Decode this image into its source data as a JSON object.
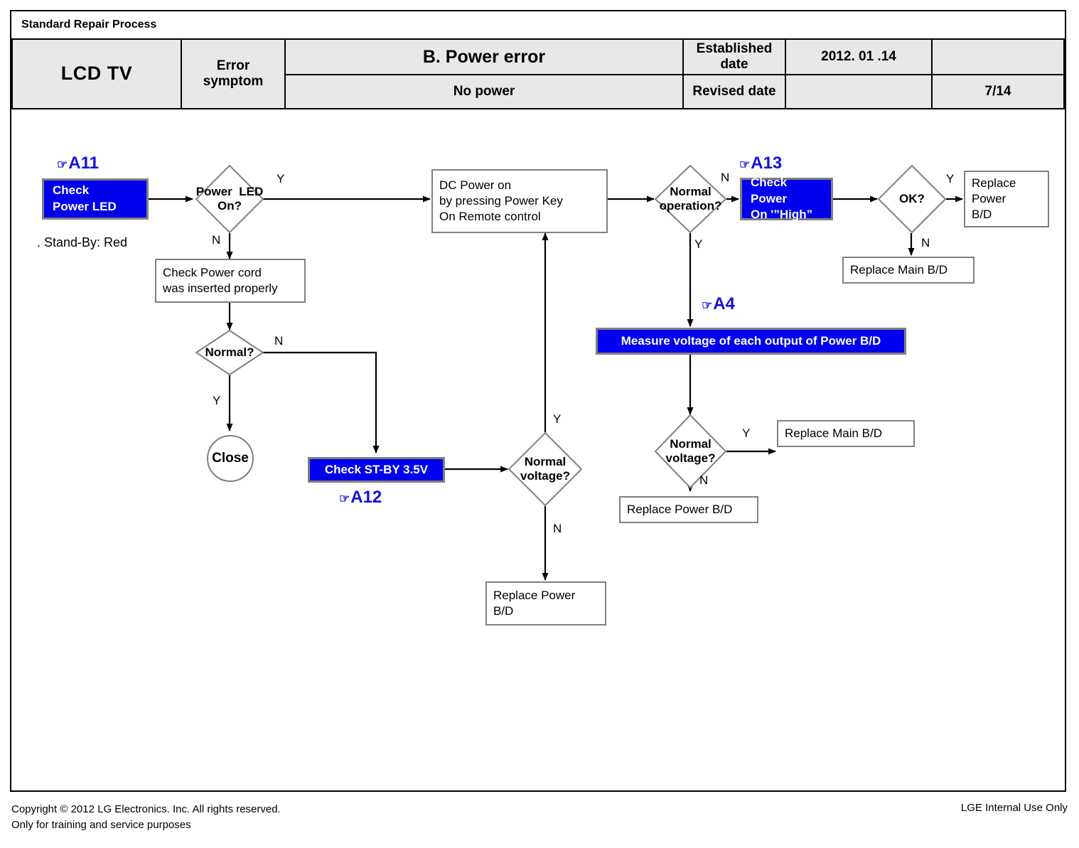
{
  "document": {
    "header_label": "Standard Repair Process",
    "model": "LCD  TV",
    "error_symptom_label": "Error\nsymptom",
    "error_title": "B. Power error",
    "error_detail": "No power",
    "established_date_label": "Established\ndate",
    "established_date_value": "2012. 01 .14",
    "revised_date_label": "Revised date",
    "revised_date_value": "",
    "blank_cell": "",
    "page_number": "7/14"
  },
  "footer": {
    "copyright_line1": "Copyright © 2012 LG Electronics. Inc. All rights reserved.",
    "copyright_line2": "Only for training and service purposes",
    "classification": "LGE Internal Use Only"
  },
  "flow": {
    "refs": {
      "a11": "A11",
      "a12": "A12",
      "a13": "A13",
      "a4": "A4",
      "hand_icon": "☞"
    },
    "nodes": {
      "check_power_led": "Check\nPower LED",
      "standby_note": ". Stand-By: Red",
      "power_led_on": "Power  LED\nOn?",
      "check_power_cord": "Check Power cord\nwas inserted properly",
      "normal_q": "Normal?",
      "close": "Close",
      "check_stby": "Check ST-BY 3.5V",
      "dc_power_on": "DC Power on\nby pressing Power Key\nOn Remote control",
      "normal_voltage_center": "Normal\nvoltage?",
      "replace_power_bd_center": "Replace Power\nB/D",
      "normal_operation": "Normal\noperation?",
      "check_power_on_high": "Check Power\nOn '\"High\"",
      "ok_q": "OK?",
      "replace_power_bd_right": "Replace\nPower\nB/D",
      "replace_main_bd_top": "Replace Main B/D",
      "measure_voltage": "Measure voltage of each output of Power B/D",
      "normal_voltage_right": "Normal\nvoltage?",
      "replace_main_bd_mid": "Replace Main B/D",
      "replace_power_bd_bottom": "Replace Power B/D"
    },
    "edge_labels": {
      "led_yes": "Y",
      "led_no": "N",
      "normal_no": "N",
      "normal_yes": "Y",
      "center_volt_yes": "Y",
      "center_volt_no": "N",
      "op_no": "N",
      "op_yes": "Y",
      "ok_yes": "Y",
      "ok_no": "N",
      "rvolt_yes": "Y",
      "rvolt_no": "N"
    }
  },
  "colors": {
    "accent_blue": "#0000EE",
    "ref_blue": "#1111DD",
    "shape_border": "#808080",
    "header_fill": "#e8e8e8"
  }
}
